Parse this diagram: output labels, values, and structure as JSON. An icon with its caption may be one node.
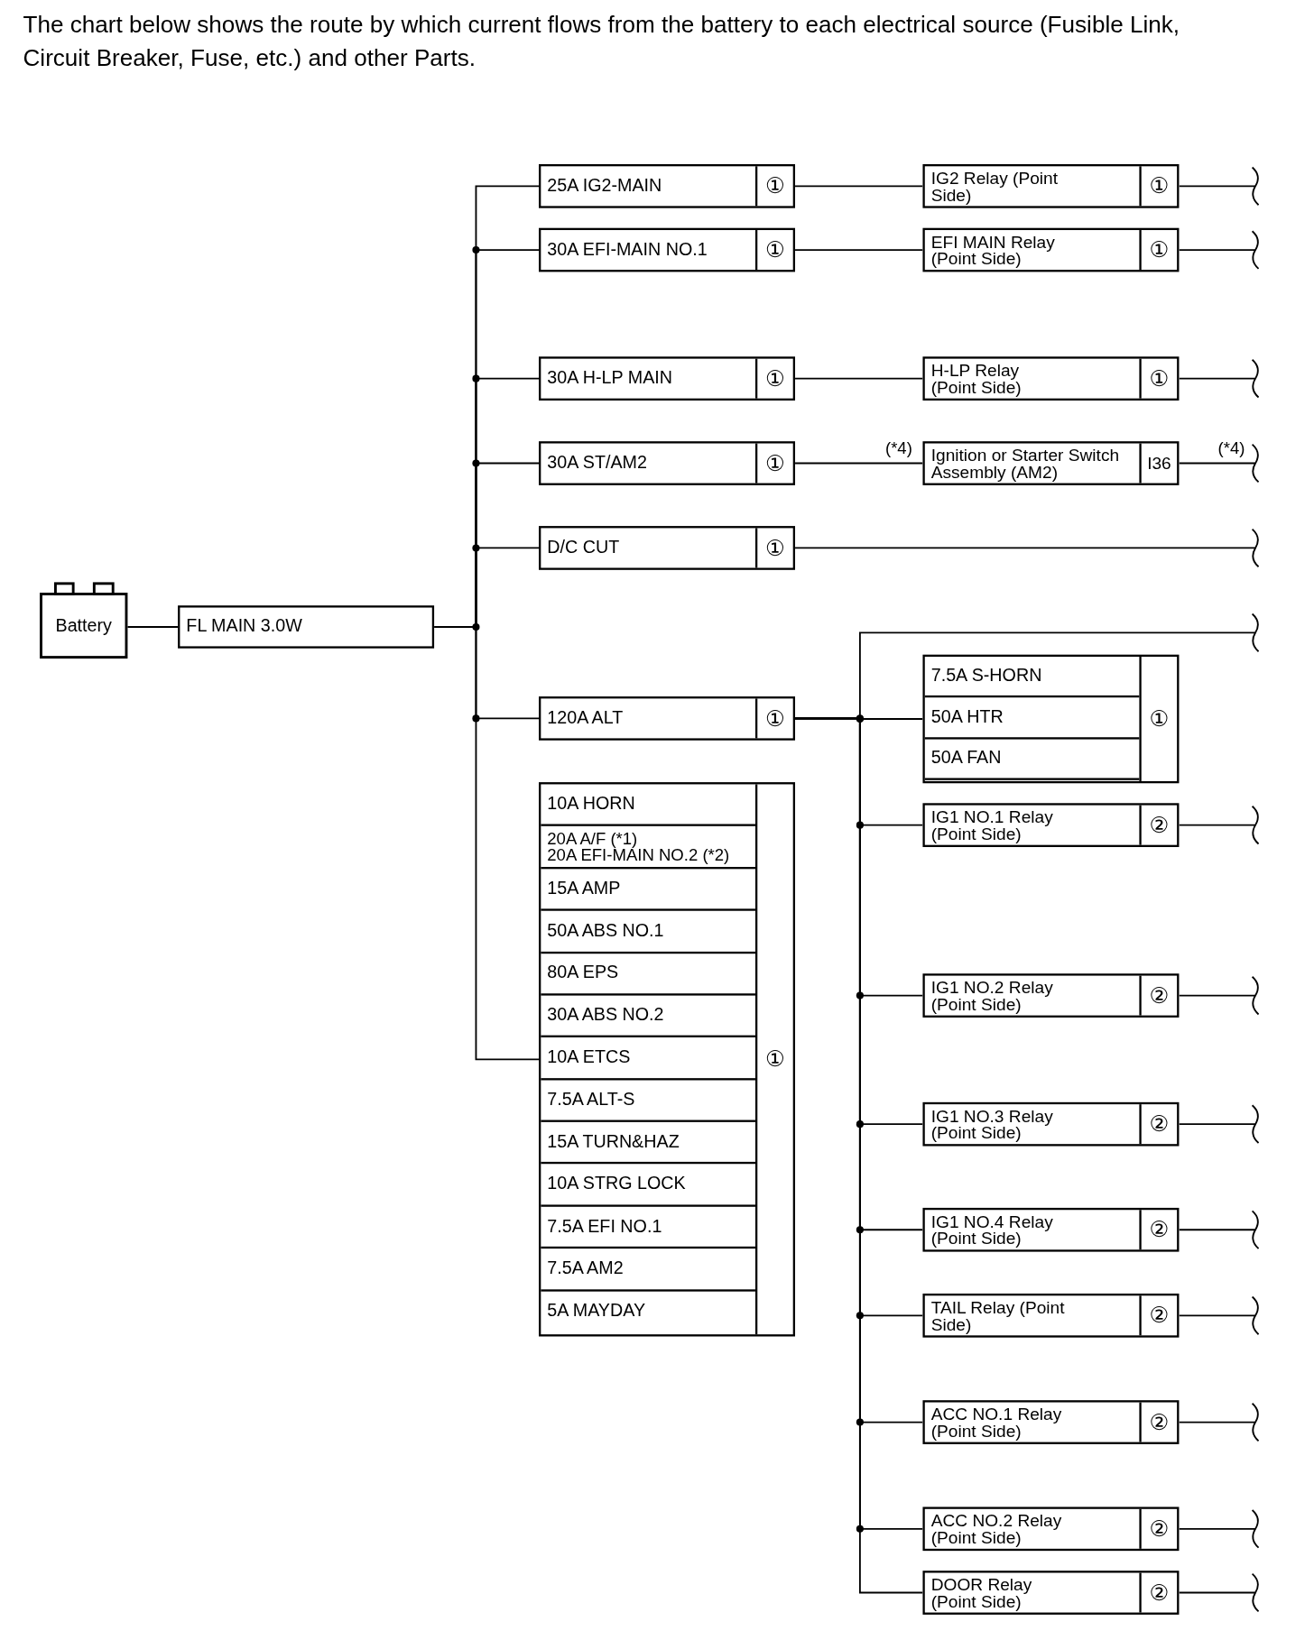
{
  "diagram": {
    "title": "The chart below shows the route by which current flows from the battery to each electrical source (Fusible Link, Circuit Breaker, Fuse, etc.) and other Parts.",
    "nodes": [
      {
        "text": [
          "Battery"
        ]
      },
      {
        "text": [
          "FL MAIN 3.0W"
        ]
      },
      {
        "text": [
          "25A IG2-MAIN",
          "①"
        ]
      },
      {
        "text": [
          "30A EFI-MAIN NO.1",
          "①"
        ]
      },
      {
        "text": [
          "30A H-LP MAIN",
          "①"
        ]
      },
      {
        "text": [
          "30A ST/AM2",
          "①"
        ]
      },
      {
        "text": [
          "D/C CUT",
          "①"
        ]
      },
      {
        "text": [
          "120A ALT",
          "①"
        ]
      },
      {
        "text": [
          "①"
        ]
      },
      {
        "text": [
          "10A HORN"
        ],
        "in": 8
      },
      {
        "text": [
          "20A A/F (*1)",
          "20A EFI-MAIN NO.2 (*2)"
        ],
        "in": 8
      },
      {
        "text": [
          "15A AMP"
        ],
        "in": 8
      },
      {
        "text": [
          "50A ABS NO.1"
        ],
        "in": 8
      },
      {
        "text": [
          "80A EPS"
        ],
        "in": 8
      },
      {
        "text": [
          "30A ABS NO.2"
        ],
        "in": 8
      },
      {
        "text": [
          "10A ETCS"
        ],
        "in": 8
      },
      {
        "text": [
          "7.5A ALT-S"
        ],
        "in": 8
      },
      {
        "text": [
          "15A TURN&HAZ"
        ],
        "in": 8
      },
      {
        "text": [
          "10A STRG LOCK"
        ],
        "in": 8
      },
      {
        "text": [
          "7.5A EFI NO.1"
        ],
        "in": 8
      },
      {
        "text": [
          "7.5A AM2"
        ],
        "in": 8
      },
      {
        "text": [
          "5A MAYDAY"
        ],
        "in": 8
      },
      {
        "text": [
          "IG2 Relay (Point Side)",
          "①"
        ]
      },
      {
        "text": [
          "EFI MAIN Relay (Point Side)",
          "①"
        ]
      },
      {
        "text": [
          "H-LP Relay (Point Side)",
          "①"
        ]
      },
      {
        "text": [
          "Ignition or Starter Switch Assembly (AM2)",
          "I36"
        ]
      },
      {
        "text": [
          "①"
        ]
      },
      {
        "text": [
          "7.5A S-HORN"
        ],
        "in": 26
      },
      {
        "text": [
          "50A HTR"
        ],
        "in": 26
      },
      {
        "text": [
          "50A FAN"
        ],
        "in": 26
      },
      {
        "text": [
          "IG1 NO.1 Relay (Point Side)",
          "②"
        ]
      },
      {
        "text": [
          "IG1 NO.2 Relay (Point Side)",
          "②"
        ]
      },
      {
        "text": [
          "IG1 NO.3 Relay (Point Side)",
          "②"
        ]
      },
      {
        "text": [
          "IG1 NO.4 Relay (Point Side)",
          "②"
        ]
      },
      {
        "text": [
          "TAIL Relay (Point Side)",
          "②"
        ]
      },
      {
        "text": [
          "ACC NO.1 Relay (Point Side)",
          "②"
        ]
      },
      {
        "text": [
          "ACC NO.2 Relay (Point Side)",
          "②"
        ]
      },
      {
        "text": [
          "DOOR Relay (Point Side)",
          "②"
        ]
      }
    ],
    "edges": [
      {
        "from": 0,
        "to": 1,
        "arrow": "none"
      },
      {
        "from": 1,
        "to": 2,
        "arrow": "none"
      },
      {
        "from": 1,
        "to": 3,
        "arrow": "none"
      },
      {
        "from": 1,
        "to": 4,
        "arrow": "none"
      },
      {
        "from": 1,
        "to": 5,
        "arrow": "none"
      },
      {
        "from": 1,
        "to": 6,
        "arrow": "none"
      },
      {
        "from": 1,
        "to": 7,
        "arrow": "none"
      },
      {
        "from": 1,
        "to": 8,
        "arrow": "none"
      },
      {
        "from": 2,
        "to": 22,
        "arrow": "none"
      },
      {
        "from": 3,
        "to": 23,
        "arrow": "none"
      },
      {
        "from": 4,
        "to": 24,
        "arrow": "none"
      },
      {
        "from": 5,
        "to": 25,
        "arrow": "none",
        "label": "(*4)"
      },
      {
        "from": 6,
        "to": null,
        "arrow": "none"
      },
      {
        "from": 7,
        "to": null,
        "arrow": "none"
      },
      {
        "from": 7,
        "to": 26,
        "arrow": "none"
      },
      {
        "from": 7,
        "to": 30,
        "arrow": "none"
      },
      {
        "from": 7,
        "to": 31,
        "arrow": "none"
      },
      {
        "from": 7,
        "to": 32,
        "arrow": "none"
      },
      {
        "from": 7,
        "to": 33,
        "arrow": "none"
      },
      {
        "from": 7,
        "to": 34,
        "arrow": "none"
      },
      {
        "from": 7,
        "to": 35,
        "arrow": "none"
      },
      {
        "from": 7,
        "to": 36,
        "arrow": "none"
      },
      {
        "from": 7,
        "to": 37,
        "arrow": "none"
      },
      {
        "from": 22,
        "to": null,
        "arrow": "none"
      },
      {
        "from": 23,
        "to": null,
        "arrow": "none"
      },
      {
        "from": 24,
        "to": null,
        "arrow": "none"
      },
      {
        "from": 25,
        "to": null,
        "arrow": "none",
        "label": "(*4)"
      },
      {
        "from": 30,
        "to": null,
        "arrow": "none"
      },
      {
        "from": 31,
        "to": null,
        "arrow": "none"
      },
      {
        "from": 32,
        "to": null,
        "arrow": "none"
      },
      {
        "from": 33,
        "to": null,
        "arrow": "none"
      },
      {
        "from": 34,
        "to": null,
        "arrow": "none"
      },
      {
        "from": 35,
        "to": null,
        "arrow": "none"
      },
      {
        "from": 36,
        "to": null,
        "arrow": "none"
      },
      {
        "from": 37,
        "to": null,
        "arrow": "none"
      }
    ]
  }
}
